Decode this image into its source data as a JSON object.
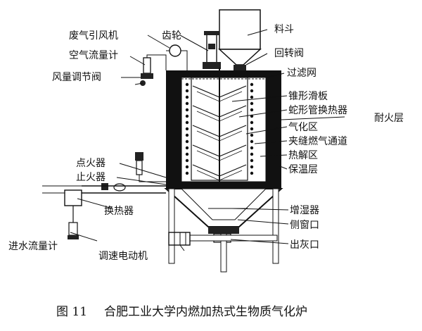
{
  "labels": {
    "exhaust_fan": "废气引风机",
    "gear": "齿轮",
    "hopper": "料斗",
    "air_flowmeter": "空气流量计",
    "rotary_valve": "回转阀",
    "air_valve": "风量调节阀",
    "filter": "过滤网",
    "cone_plate": "锥形滑板",
    "coil_exchanger": "蛇形管换热器",
    "refractory": "耐火层",
    "gasify_zone": "气化区",
    "gap_channel": "夹缝燃气通道",
    "pyrolysis_zone": "热解区",
    "igniter": "点火器",
    "extinguisher": "止火器",
    "insulation": "保温层",
    "heat_exchanger": "换热器",
    "humidifier": "增湿器",
    "side_window": "侧窗口",
    "water_flowmeter": "进水流量计",
    "speed_motor": "调速电动机",
    "ash_outlet": "出灰口"
  },
  "caption": {
    "figure_no": "图 11",
    "title": "合肥工业大学内燃加热式生物质气化炉"
  }
}
